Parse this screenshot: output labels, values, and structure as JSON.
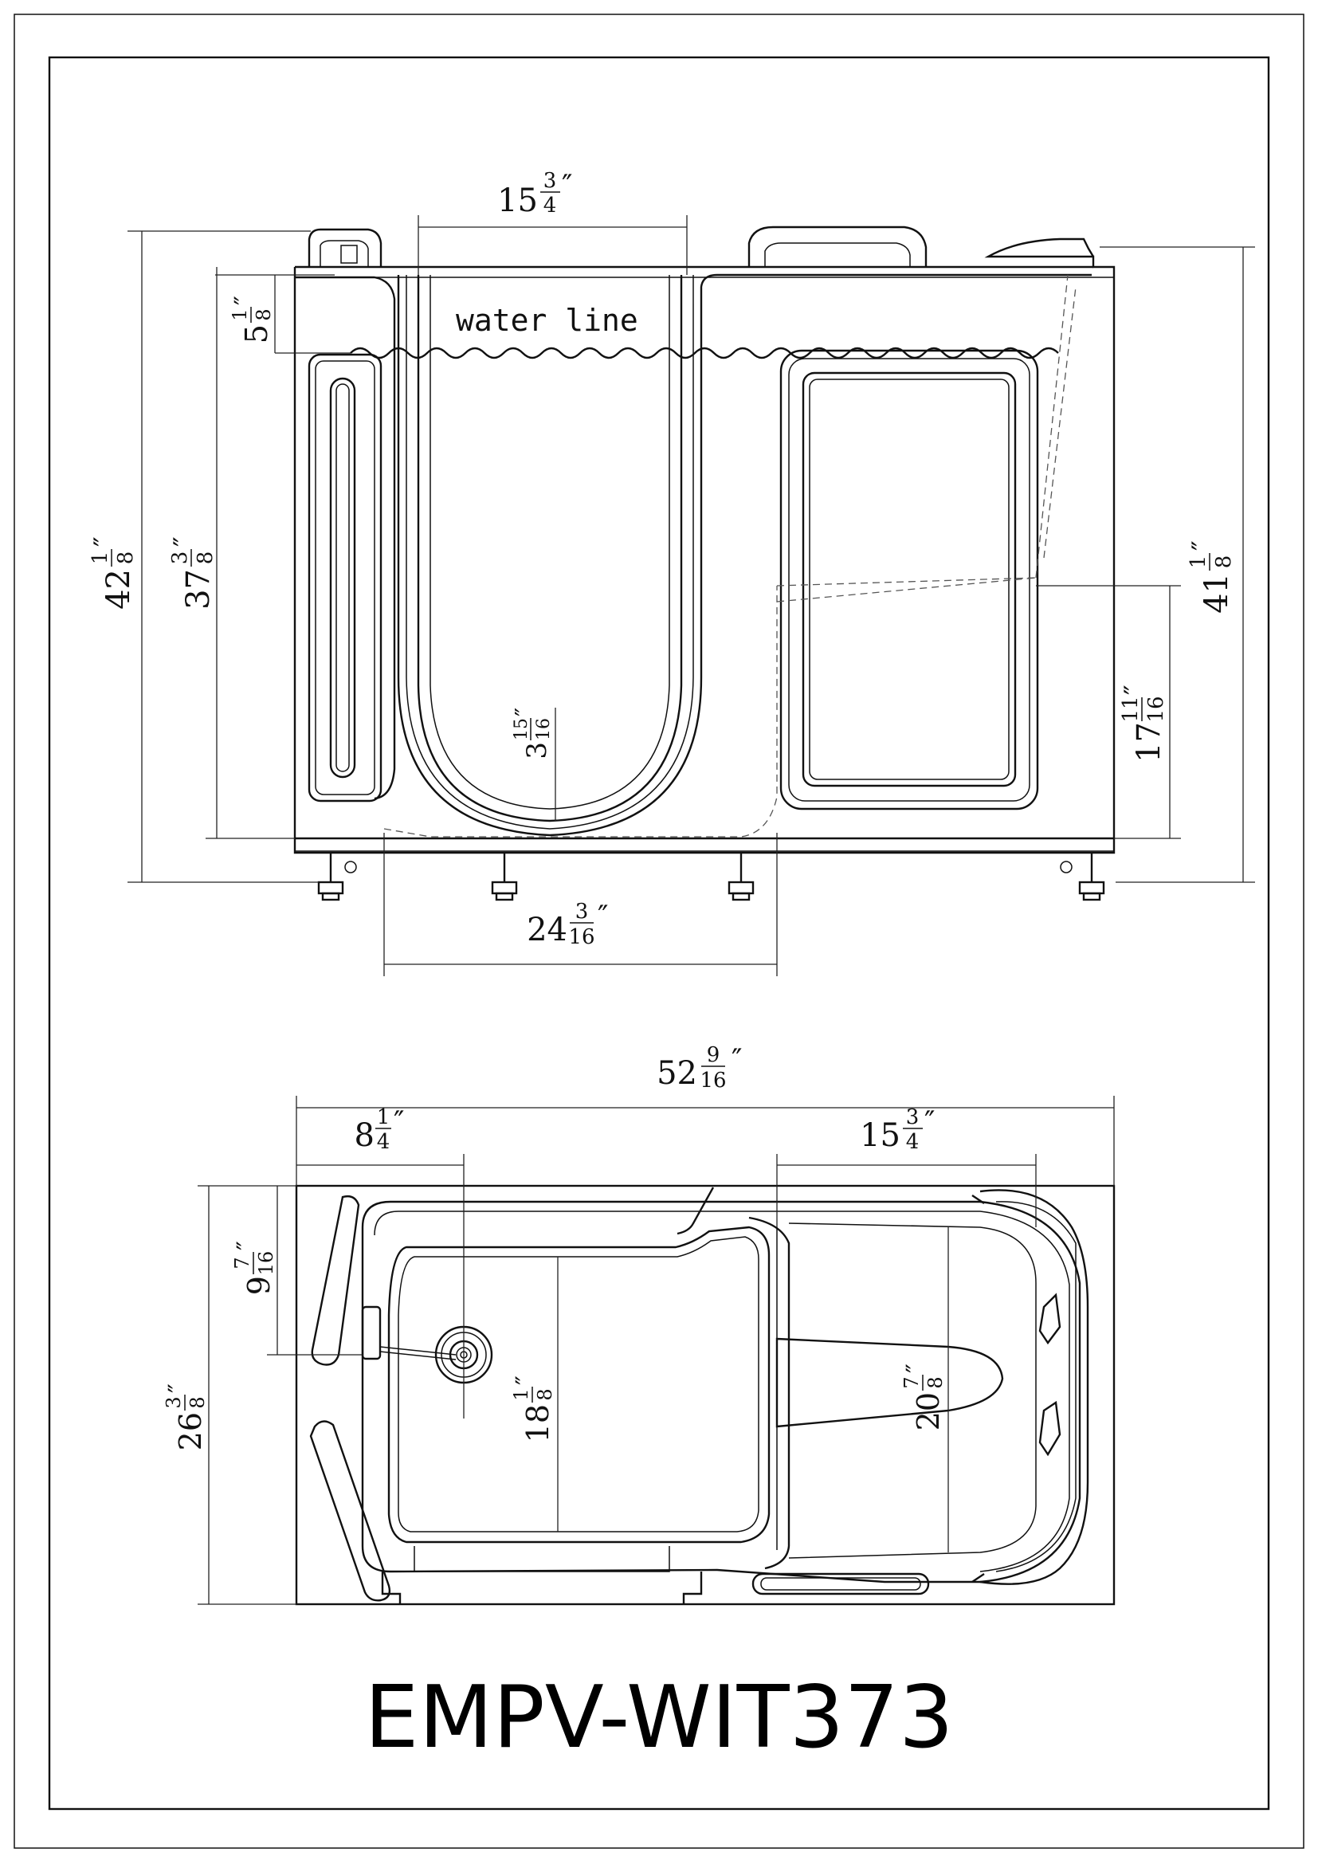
{
  "model": "EMPV-WIT373",
  "front_view": {
    "water_line_label": "water line",
    "dims": {
      "door_opening_width": {
        "whole": "15",
        "num": "3",
        "den": "4"
      },
      "water_depth_offset": {
        "whole": "5",
        "num": "1",
        "den": "8"
      },
      "overall_height": {
        "whole": "42",
        "num": "1",
        "den": "8"
      },
      "rim_height": {
        "whole": "37",
        "num": "3",
        "den": "8"
      },
      "step_in_height": {
        "whole": "3",
        "num": "15",
        "den": "16"
      },
      "back_height": {
        "whole": "41",
        "num": "1",
        "den": "8"
      },
      "seat_height": {
        "whole": "17",
        "num": "11",
        "den": "16"
      },
      "door_bottom_width": {
        "whole": "24",
        "num": "3",
        "den": "16"
      }
    }
  },
  "top_view": {
    "dims": {
      "overall_length": {
        "whole": "52",
        "num": "9",
        "den": "16"
      },
      "drain_offset": {
        "whole": "8",
        "num": "1",
        "den": "4"
      },
      "seat_length": {
        "whole": "15",
        "num": "3",
        "den": "4"
      },
      "drain_to_wall": {
        "whole": "9",
        "num": "7",
        "den": "16"
      },
      "overall_width": {
        "whole": "26",
        "num": "3",
        "den": "8"
      },
      "footwell_width": {
        "whole": "18",
        "num": "1",
        "den": "8"
      },
      "seat_width": {
        "whole": "20",
        "num": "7",
        "den": "8"
      }
    }
  }
}
